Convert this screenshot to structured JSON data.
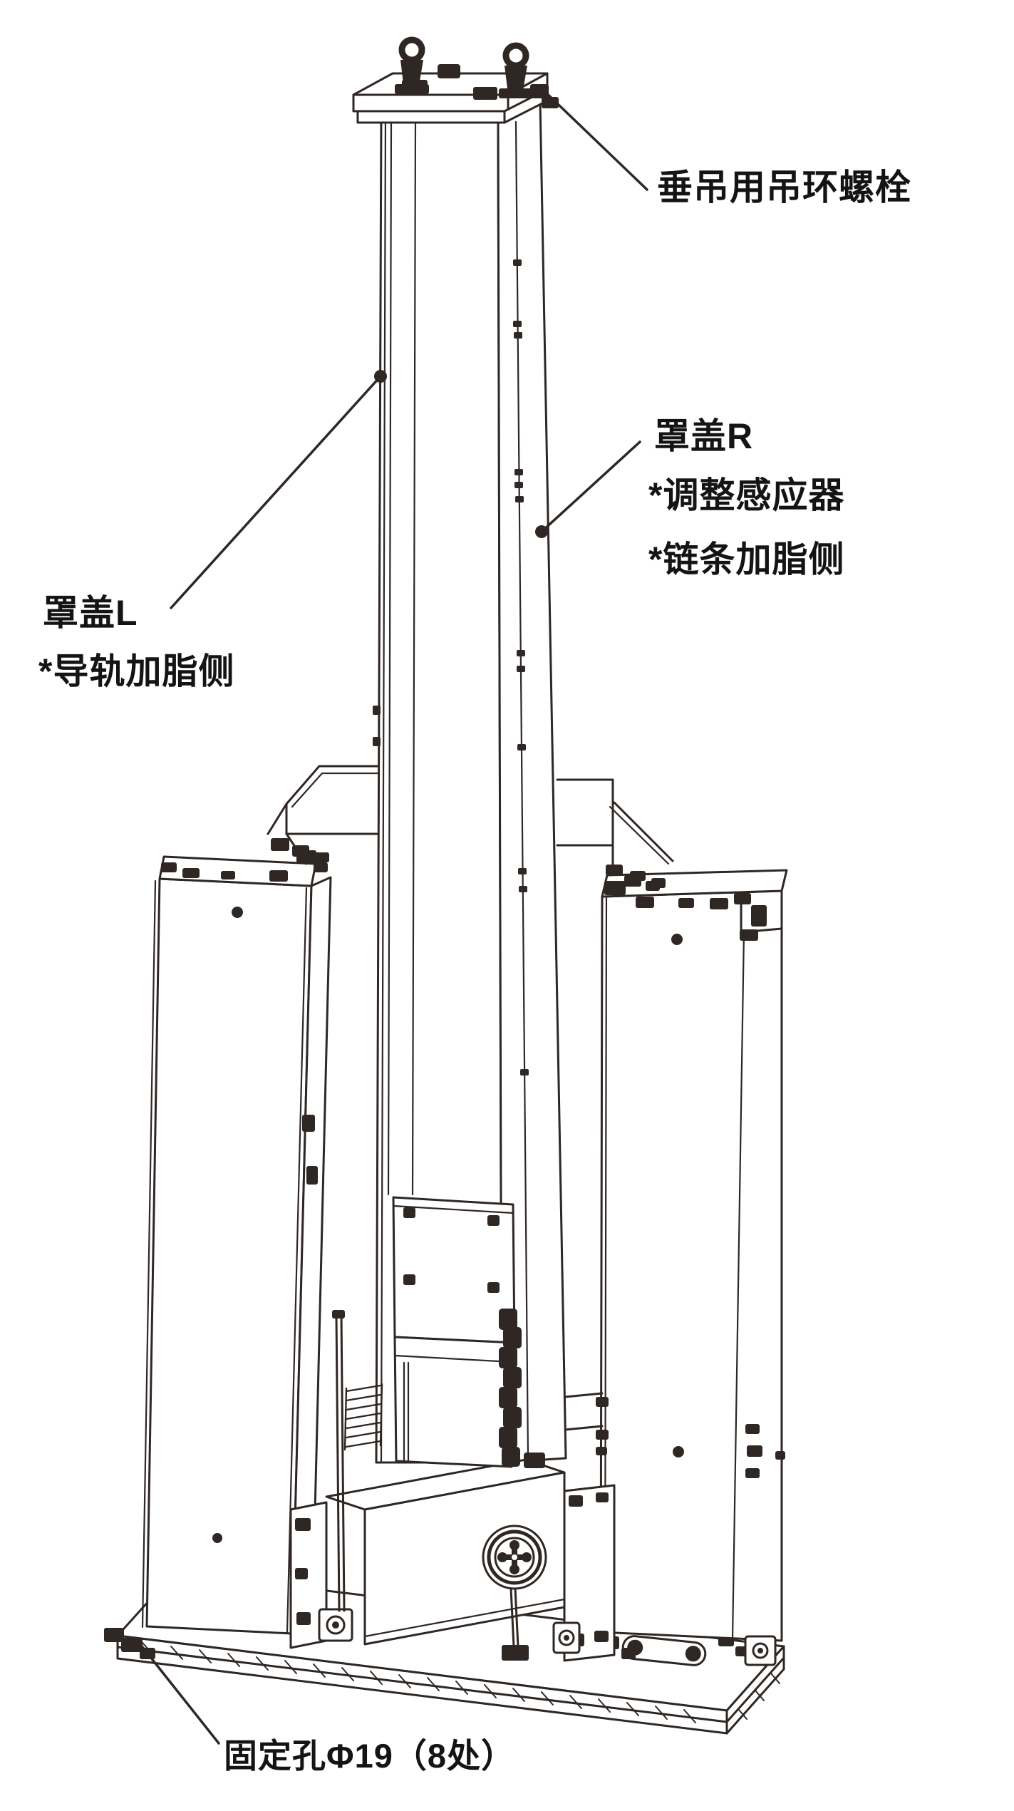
{
  "drawing": {
    "background": "#ffffff",
    "line_color": "#2e2724",
    "text_color": "#141414"
  },
  "annotations": {
    "eyebolt": "垂吊用吊环螺栓",
    "cover_r_title": "罩盖R",
    "cover_r_note_sensor": "*调整感应器",
    "cover_r_note_chain": "*链条加脂侧",
    "cover_l_title": "罩盖L",
    "cover_l_note_rail": "*导轨加脂侧",
    "fixing_hole": "固定孔Φ19（8处）"
  }
}
